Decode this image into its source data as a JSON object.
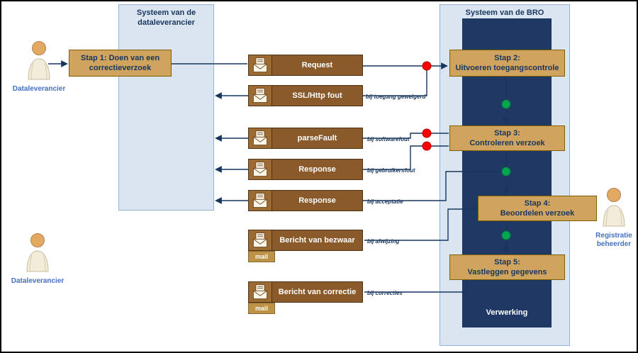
{
  "columns": {
    "left": {
      "title": "Systeem van de dataleverancier"
    },
    "right": {
      "title": "Systeem van de BRO",
      "inner_label": "Verwerking"
    }
  },
  "actors": {
    "top_left": {
      "label": "Dataleverancier"
    },
    "bottom_left": {
      "label": "Dataleverancier"
    },
    "right": {
      "label": "Registratie beheerder"
    }
  },
  "steps": [
    {
      "line1": "Stap 1: Doen van een",
      "line2": "correctieverzoek"
    },
    {
      "line1": "Stap 2:",
      "line2": "Uitvoeren toegangscontrole"
    },
    {
      "line1": "Stap 3:",
      "line2": "Controleren verzoek"
    },
    {
      "line1": "Stap 4:",
      "line2": "Beoordelen verzoek"
    },
    {
      "line1": "Stap 5:",
      "line2": "Vastleggen gegevens"
    }
  ],
  "messages": [
    {
      "label": "Request"
    },
    {
      "label": "SSL/Http fout"
    },
    {
      "label": "parseFault"
    },
    {
      "label": "Response"
    },
    {
      "label": "Response"
    },
    {
      "label": "Bericht van bezwaar"
    },
    {
      "label": "Bericht van correctie"
    }
  ],
  "mail_tag": "mail",
  "annotations": [
    "bij toegang geweigerd",
    "bij softwarefout",
    "bij gebruikersfout",
    "bij acceptatie",
    "bij afwijzing",
    "bij correcties"
  ],
  "colors": {
    "panel_light": "#dbe5f1",
    "panel_dark": "#1f3864",
    "step_fill": "#d0a45f",
    "message_fill": "#8a5a2a",
    "arrow": "#17365d",
    "dot_red": "#ff0000",
    "dot_green": "#00a650",
    "actor_label_blue": "#4472c4"
  }
}
